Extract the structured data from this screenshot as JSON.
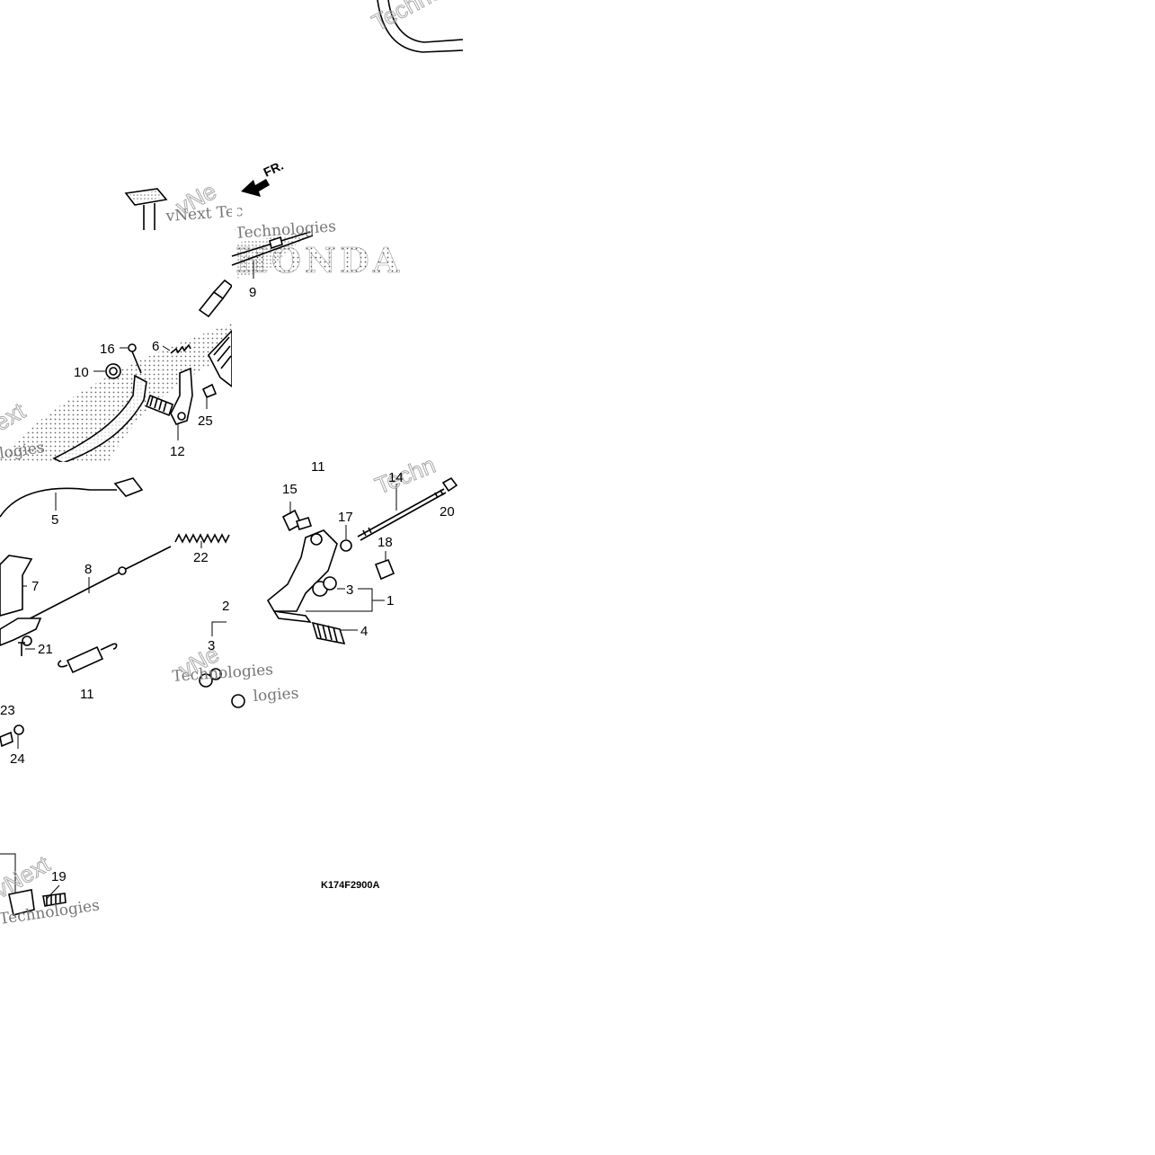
{
  "diagram": {
    "drawing_code": "K174F2900A",
    "brand_watermark": "HONDA",
    "direction_label": "FR.",
    "watermarks": [
      "vNext Tec",
      "Technologies",
      "vNe",
      "logies",
      "Techno",
      "vNext",
      "Technologies",
      "vNe",
      "logies",
      "Techn",
      "ext",
      "Technologies"
    ],
    "callouts": [
      "9",
      "16",
      "6",
      "10",
      "25",
      "12",
      "11",
      "15",
      "14",
      "20",
      "17",
      "18",
      "5",
      "22",
      "8",
      "7",
      "3",
      "1",
      "4",
      "2",
      "3",
      "21",
      "11",
      "23",
      "24",
      "19"
    ]
  },
  "colors": {
    "ink": "#000000",
    "watermark": "#777777",
    "background": "#ffffff"
  }
}
